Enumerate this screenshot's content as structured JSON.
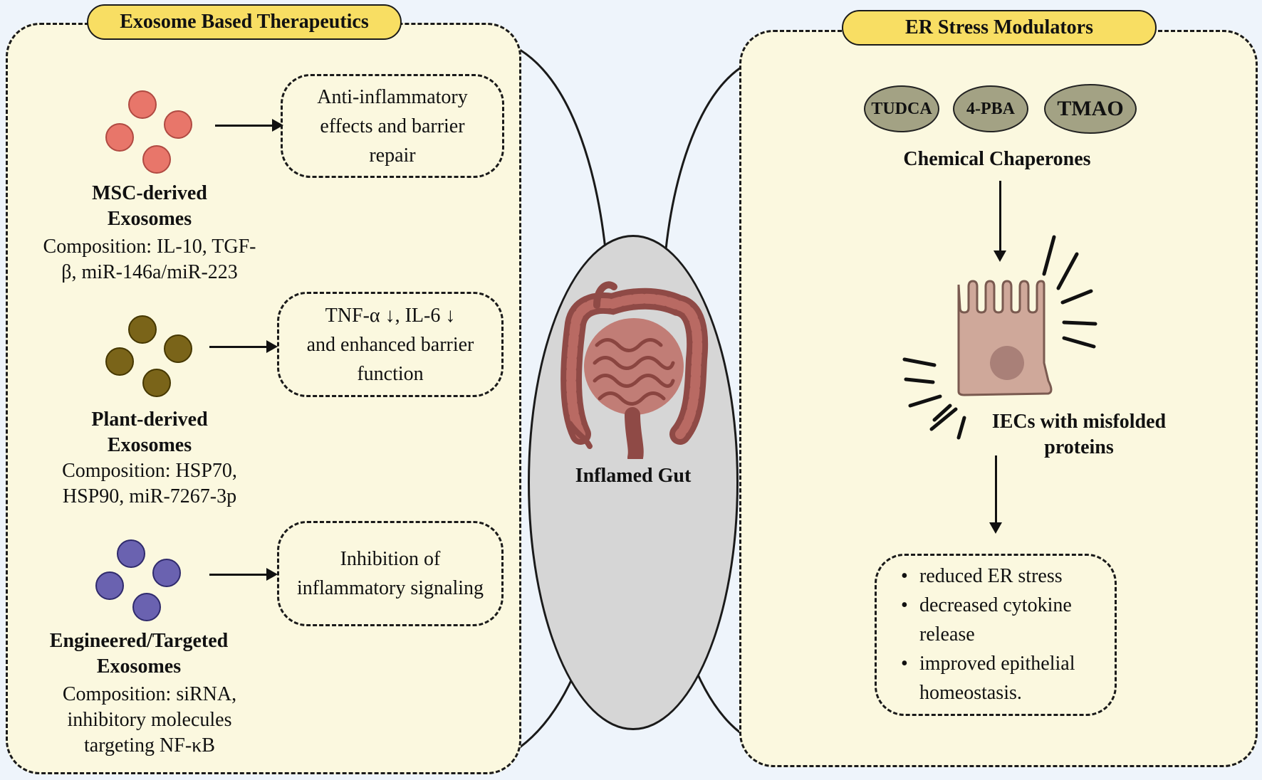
{
  "left_panel": {
    "title": "Exosome Based Therapeutics",
    "groups": [
      {
        "dot_color": "#e8766a",
        "name_line1": "MSC-derived",
        "name_line2": "Exosomes",
        "composition_line1": "Composition: IL-10, TGF-",
        "composition_line2": "β, miR-146a/miR-223",
        "effect_line1": "Anti-inflammatory",
        "effect_line2": "effects and barrier",
        "effect_line3": "repair"
      },
      {
        "dot_color": "#7a6419",
        "name_line1": "Plant-derived",
        "name_line2": "Exosomes",
        "composition_line1": "Composition: HSP70,",
        "composition_line2": "HSP90, miR-7267-3p",
        "effect_line1": "TNF-α ↓, IL-6 ↓",
        "effect_line2": "and enhanced barrier",
        "effect_line3": "function"
      },
      {
        "dot_color": "#6a62b0",
        "name_line1": "Engineered/Targeted",
        "name_line2": "Exosomes",
        "composition_line1": "Composition: siRNA,",
        "composition_line2": "inhibitory molecules",
        "composition_line3": "targeting NF-κB",
        "effect_line1": "Inhibition of",
        "effect_line2": "inflammatory signaling"
      }
    ]
  },
  "center": {
    "label": "Inflamed Gut",
    "icon": "intestine-icon"
  },
  "right_panel": {
    "title": "ER Stress Modulators",
    "chaperones": [
      "TUDCA",
      "4-PBA",
      "TMAO"
    ],
    "chaperones_label": "Chemical Chaperones",
    "cell_label_line1": "IECs with misfolded",
    "cell_label_line2": "proteins",
    "cell_icon": "epithelial-cell-icon",
    "outcomes": [
      "reduced ER stress",
      "decreased cytokine release",
      "improved epithelial homeostasis."
    ]
  },
  "colors": {
    "background": "#eef4fb",
    "panel_fill": "#fbf8df",
    "title_pill": "#f8de63",
    "chaperone_fill": "#a3a284",
    "gut_oval": "#d6d6d6"
  }
}
